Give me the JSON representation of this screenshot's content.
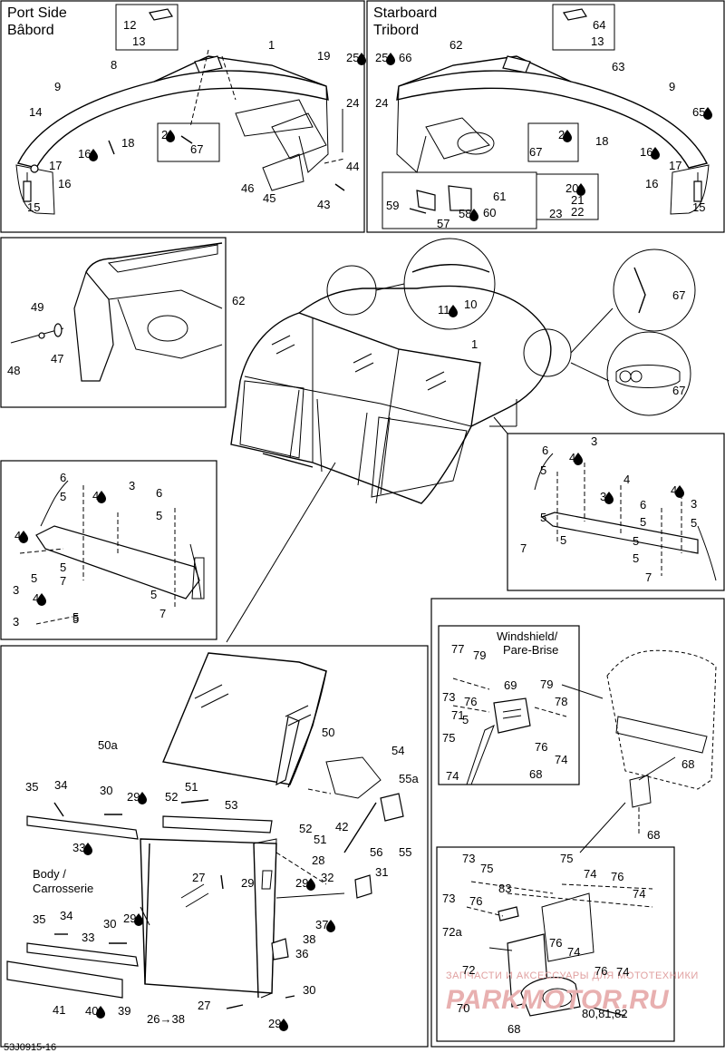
{
  "panels": {
    "port": {
      "title": "Port Side",
      "subtitle": "Bâbord"
    },
    "starboard": {
      "title": "Starboard",
      "subtitle": "Tribord"
    },
    "windshield_box": {
      "title": "Windshield/",
      "subtitle": "Pare-Brise"
    },
    "body_box": {
      "title": "Body /",
      "subtitle": "Carrosserie"
    }
  },
  "footer": {
    "code": "53J0915-16"
  },
  "watermark": {
    "line1": "ЗАПЧАСТИ И АКСЕССУАРЫ ДЛЯ МОТОТЕХНИКИ",
    "logo": "PARKMOTOR.RU"
  },
  "callouts": {
    "port": [
      "12",
      "13",
      "1",
      "8",
      "9",
      "14",
      "19",
      "25",
      "24",
      "16",
      "18",
      "17",
      "15",
      "16",
      "2",
      "67",
      "44",
      "46",
      "45",
      "43"
    ],
    "starboard": [
      "64",
      "13",
      "25",
      "66",
      "62",
      "63",
      "9",
      "65",
      "24",
      "67",
      "2",
      "18",
      "16",
      "17",
      "16",
      "15",
      "20",
      "21",
      "59",
      "57",
      "58",
      "60",
      "61",
      "23",
      "22"
    ],
    "side_view": [
      "49",
      "48",
      "47"
    ],
    "main": [
      "62",
      "1",
      "11",
      "10",
      "67",
      "67"
    ],
    "left_bracket": [
      "6",
      "4",
      "3",
      "5",
      "6",
      "5",
      "5",
      "4",
      "3",
      "5",
      "5",
      "7",
      "5",
      "4",
      "3",
      "5",
      "7"
    ],
    "right_bracket": [
      "6",
      "3",
      "4",
      "5",
      "5",
      "3",
      "4",
      "6",
      "4",
      "3",
      "5",
      "5",
      "5",
      "7",
      "5",
      "5",
      "7"
    ],
    "lower_left": [
      "50",
      "50a",
      "54",
      "55a",
      "35",
      "34",
      "30",
      "29",
      "51",
      "52",
      "53",
      "52",
      "51",
      "42",
      "56",
      "55",
      "33",
      "28",
      "29",
      "27",
      "29",
      "32",
      "31",
      "37",
      "38",
      "36",
      "35",
      "34",
      "30",
      "29",
      "33",
      "41",
      "40",
      "39",
      "27",
      "30",
      "29",
      "26→38"
    ],
    "windshield_detail": [
      "77",
      "79",
      "69",
      "73",
      "76",
      "79",
      "78",
      "71",
      "5",
      "75",
      "76",
      "74",
      "74",
      "68",
      "68",
      "68"
    ],
    "lower_right": [
      "73",
      "75",
      "75",
      "74",
      "76",
      "74",
      "83",
      "73",
      "76",
      "72a",
      "72",
      "76",
      "74",
      "76",
      "74",
      "70",
      "80,81,82",
      "68"
    ]
  }
}
